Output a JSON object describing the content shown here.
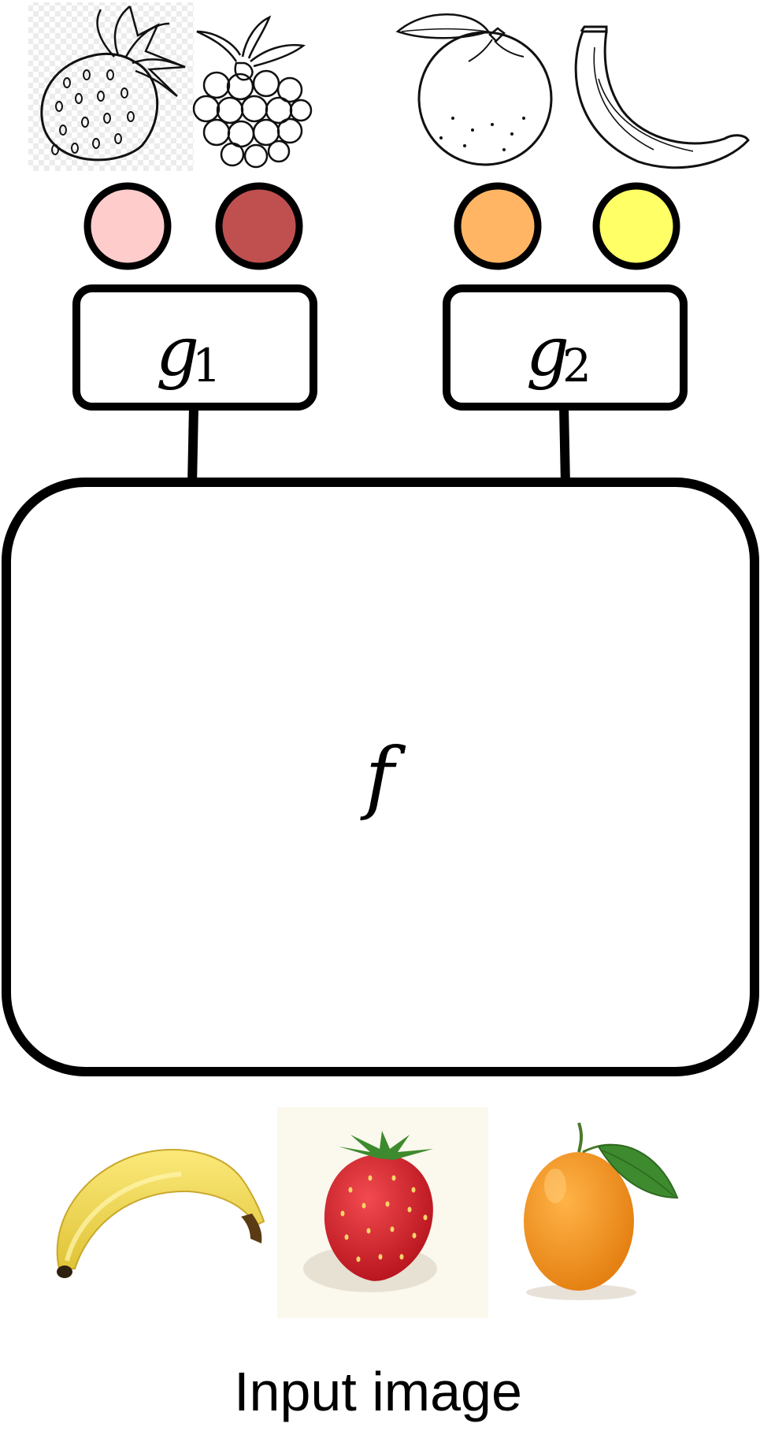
{
  "heads": [
    {
      "symbol": "g",
      "subscript": "1",
      "sketches": [
        "strawberry-sketch",
        "raspberry-sketch"
      ],
      "outputs": [
        "#ffcccc",
        "#c05050"
      ]
    },
    {
      "symbol": "g",
      "subscript": "2",
      "sketches": [
        "orange-sketch",
        "banana-sketch"
      ],
      "outputs": [
        "#ffb564",
        "#ffff66"
      ]
    }
  ],
  "backbone": {
    "symbol": "f"
  },
  "inputs": [
    "banana-photo",
    "strawberry-photo",
    "orange-photo"
  ],
  "caption": "Input image",
  "colors": {
    "stroke": "#000000",
    "banana_yellow": "#f2d84a",
    "strawberry_red": "#d8202c",
    "orange_orange": "#f5921e",
    "leaf_green": "#3e8a2e",
    "photo_bg": "#fbf8ee"
  }
}
